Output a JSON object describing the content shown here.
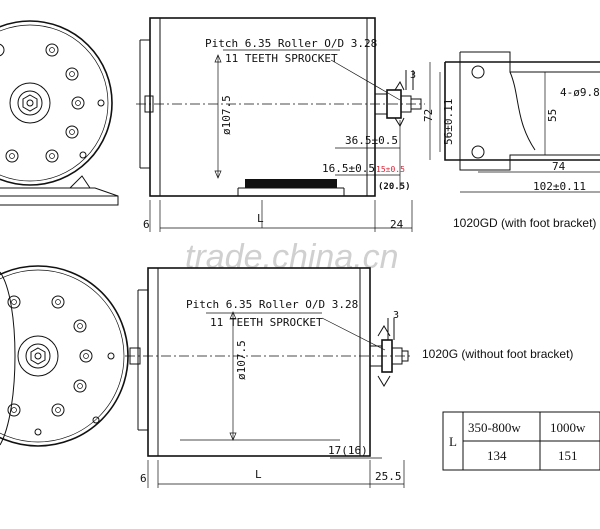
{
  "top_view": {
    "sprocket_note_1": "Pitch 6.35 Roller O/D 3.28",
    "sprocket_note_2": "11 TEETH SPROCKET",
    "dim_diameter": "ø107.5",
    "dim_36_5": "36.5±0.5",
    "dim_16_5": "16.5±0.5",
    "dim_small_red": "15±0.5",
    "dim_20_5": "(20.5)",
    "dim_3": "3",
    "dim_6": "6",
    "dim_L": "L",
    "dim_24": "24"
  },
  "foot_view": {
    "dim_72": "72",
    "dim_56": "56±0.11",
    "dim_55": "55",
    "dim_holes": "4-ø9.8",
    "dim_74": "74",
    "dim_102": "102±0.11",
    "caption": "1020GD (with foot bracket)"
  },
  "bottom_view": {
    "sprocket_note_1": "Pitch 6.35 Roller O/D 3.28",
    "sprocket_note_2": "11 TEETH SPROCKET",
    "dim_diameter": "ø107.5",
    "dim_17": "17(16)",
    "dim_3": "3",
    "dim_6": "6",
    "dim_L": "L",
    "dim_25_5": "25.5",
    "caption": "1020G (without foot bracket)"
  },
  "watermark": "trade.china.cn",
  "table": {
    "row_label": "L",
    "headers": [
      "350-800w",
      "1000w"
    ],
    "values": [
      "134",
      "151"
    ]
  }
}
